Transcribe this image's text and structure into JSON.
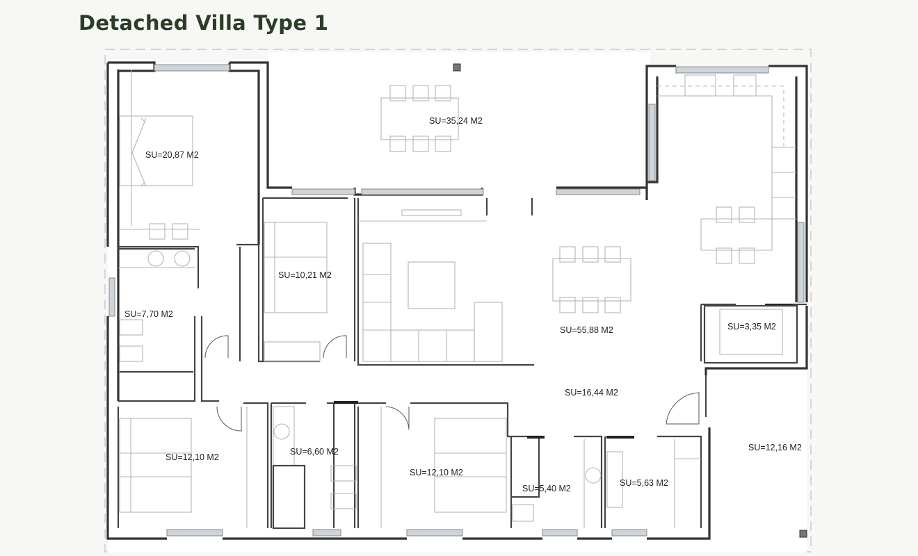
{
  "title": "Detached Villa Type 1",
  "rooms": [
    {
      "id": "master-bedroom",
      "label": "SU=20,87 M2"
    },
    {
      "id": "terrace",
      "label": "SU=35,24 M2"
    },
    {
      "id": "ensuite-bath",
      "label": "SU=7,70 M2"
    },
    {
      "id": "bedroom-2",
      "label": "SU=10,21 M2"
    },
    {
      "id": "living-dining",
      "label": "SU=55,88 M2"
    },
    {
      "id": "utility",
      "label": "SU=3,35 M2"
    },
    {
      "id": "hallway",
      "label": "SU=16,44 M2"
    },
    {
      "id": "bedroom-3",
      "label": "SU=12,10 M2"
    },
    {
      "id": "bathroom-2",
      "label": "SU=6,60 M2"
    },
    {
      "id": "bedroom-4",
      "label": "SU=12,10 M2"
    },
    {
      "id": "bathroom-3",
      "label": "SU=5,40 M2"
    },
    {
      "id": "bathroom-4",
      "label": "SU=5,63 M2"
    },
    {
      "id": "porch",
      "label": "SU=12,16 M2"
    }
  ],
  "colors": {
    "title": "#2c3d27",
    "wall": "#333333",
    "window": "#cdd4da",
    "background": "#f7f7f6"
  }
}
